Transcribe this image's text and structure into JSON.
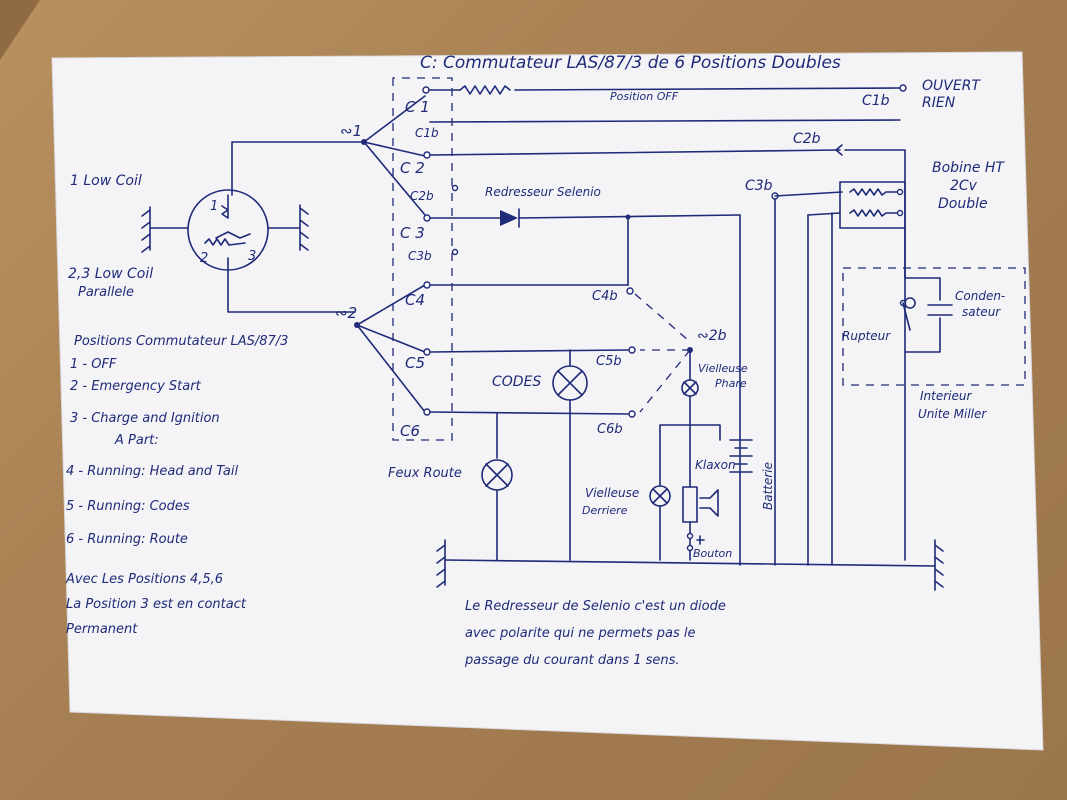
{
  "paper_color": "#f4f4f7",
  "ink_color": "#1f2a78",
  "title": "C: Commutateur LAS/87/3 de 6 Positions Doubles",
  "labels": {
    "c1": "C 1",
    "c1b_small": "C1b",
    "position_off": "Position OFF",
    "c1b": "C1b",
    "ouvert": "OUVERT",
    "rien": "RIEN",
    "n1": "∾1",
    "n2": "∾2",
    "n2b": "∾2b",
    "c2": "C 2",
    "c2b_small": "C2b",
    "c2b": "C2b",
    "c3": "C 3",
    "c3b_small": "C3b",
    "c3b": "C3b",
    "c4": "C4",
    "c4b": "C4b",
    "c5": "C5",
    "c5b": "C5b",
    "c6": "C6",
    "c6b": "C6b",
    "redresseur": "Redresseur Selenio",
    "bobine1": "Bobine HT",
    "bobine2": "2Cv",
    "bobine3": "Double",
    "low_coil": "1 Low Coil",
    "low_coil_23_1": "2,3 Low Coil",
    "low_coil_23_2": "Parallele",
    "coil1": "1",
    "coil2": "2",
    "coil3": "3",
    "codes": "CODES",
    "vieilleuse_phare_1": "Vielleuse",
    "vieilleuse_phare_2": "Phare",
    "feux_route": "Feux Route",
    "klaxon": "Klaxon",
    "vieilleuse_derriere_1": "Vielleuse",
    "vieilleuse_derriere_2": "Derriere",
    "bouton": "Bouton",
    "batterie": "Batterie",
    "condensateur_1": "Conden-",
    "condensateur_2": "sateur",
    "rupteur": "Rupteur",
    "interieur_1": "Interieur",
    "interieur_2": "Unite Miller"
  },
  "positions": {
    "heading": "Positions Commutateur LAS/87/3",
    "items": [
      "1 - OFF",
      "2 - Emergency Start",
      "3 - Charge and Ignition",
      "A Part:",
      "4 - Running: Head and Tail",
      "5 - Running: Codes",
      "6 - Running: Route"
    ],
    "note1": "Avec Les Positions 4,5,6",
    "note2": "La Position 3 est en contact",
    "note3": "Permanent"
  },
  "footer": {
    "line1": "Le Redresseur de Selenio c'est un diode",
    "line2": "avec polarite qui ne permets pas le",
    "line3": "passage du courant dans 1 sens."
  }
}
